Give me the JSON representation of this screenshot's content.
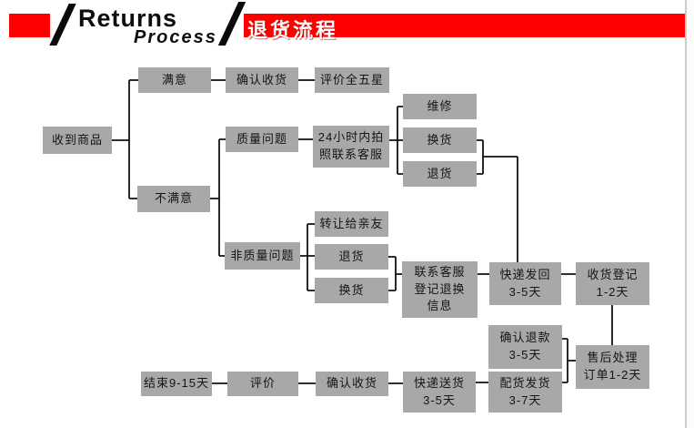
{
  "header": {
    "brand_line1": "Returns",
    "brand_line2": "Process",
    "page_title": "退货流程",
    "red": "#fe0000"
  },
  "flow": {
    "box_fill": "#a8a8a8",
    "line_color": "#111111",
    "nodes": [
      {
        "id": "received-goods",
        "label": "收到商品"
      },
      {
        "id": "satisfied",
        "label": "满意"
      },
      {
        "id": "confirm-receipt-top",
        "label": "确认收货"
      },
      {
        "id": "rate-five-stars",
        "label": "评价全五星"
      },
      {
        "id": "quality-issue",
        "label": "质量问题"
      },
      {
        "id": "photo-contact-24h",
        "label": "24小时内拍\n照联系客服"
      },
      {
        "id": "repair",
        "label": "维修"
      },
      {
        "id": "exchange-quality",
        "label": "换货"
      },
      {
        "id": "return-quality",
        "label": "退货"
      },
      {
        "id": "unsatisfied",
        "label": "不满意"
      },
      {
        "id": "non-quality-issue",
        "label": "非质量问题"
      },
      {
        "id": "give-to-friend",
        "label": "转让给亲友"
      },
      {
        "id": "return-nonquality",
        "label": "退货"
      },
      {
        "id": "exchange-nonquality",
        "label": "换货"
      },
      {
        "id": "contact-cs-register",
        "label": "联系客服\n登记退换\n信息"
      },
      {
        "id": "courier-send-back",
        "label": "快递发回\n3-5天"
      },
      {
        "id": "receipt-registration",
        "label": "收货登记\n1-2天"
      },
      {
        "id": "confirm-refund",
        "label": "确认退款\n3-5天"
      },
      {
        "id": "aftersale-processing",
        "label": "售后处理\n订单1-2天"
      },
      {
        "id": "end-9-15-days",
        "label": "结束9-15天"
      },
      {
        "id": "review",
        "label": "评价"
      },
      {
        "id": "confirm-receipt-bottom",
        "label": "确认收货"
      },
      {
        "id": "courier-delivery",
        "label": "快递送货\n3-5天"
      },
      {
        "id": "dispatch-shipping",
        "label": "配货发货\n3-7天"
      }
    ]
  }
}
